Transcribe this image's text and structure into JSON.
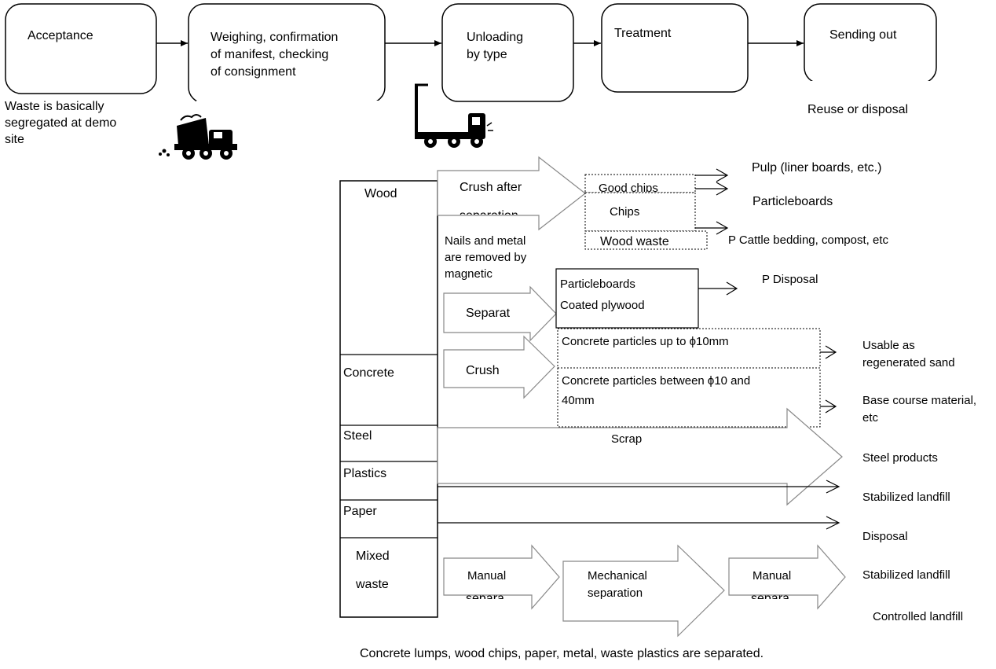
{
  "flow": {
    "acceptance": "Acceptance",
    "weighing_l1": "Weighing, confirmation",
    "weighing_l2": "of manifest, checking",
    "weighing_l3": "of consignment",
    "unloading_l1": "Unloading",
    "unloading_l2": "by type",
    "treatment": "Treatment",
    "sending_out": "Sending out"
  },
  "notes": {
    "waste_l1": "Waste is basically",
    "waste_l2": "segregated at demo",
    "waste_l3": "site",
    "reuse": "Reuse or disposal"
  },
  "icons": {
    "dump_truck": "dump-truck-icon",
    "forklift_truck": "forklift-truck-icon"
  },
  "categories": {
    "wood": "Wood",
    "concrete": "Concrete",
    "steel": "Steel",
    "plastics": "Plastics",
    "paper": "Paper",
    "mixed_l1": "Mixed",
    "mixed_l2": "waste"
  },
  "wood": {
    "crush_l1": "Crush after",
    "crush_l2": "separation",
    "good_chips": "Good chips",
    "chips": "Chips",
    "wood_waste": "Wood waste",
    "nails_l1": "Nails and metal",
    "nails_l2": "are removed by",
    "nails_l3": "magnetic",
    "separate": "Separat",
    "boards_l1": "Particleboards",
    "boards_l2": "Coated plywood"
  },
  "concrete": {
    "crush": "Crush",
    "small": "Concrete particles up to ϕ10mm",
    "large_l1": "Concrete particles between ϕ10 and",
    "large_l2": "40mm"
  },
  "steel": {
    "scrap": "Scrap"
  },
  "mixed": {
    "manual1": "Manual",
    "manual1_b": "separa",
    "mech_l1": "Mechanical",
    "mech_l2": "separation",
    "manual2": "Manual",
    "manual2_b": "separa"
  },
  "outputs": {
    "pulp": "Pulp (liner boards, etc.)",
    "particleboards": "Particleboards",
    "cattle": "P Cattle bedding, compost, etc",
    "disposal_p": "P Disposal",
    "regen_l1": "Usable as",
    "regen_l2": "regenerated sand",
    "base_l1": "Base course material,",
    "base_l2": "etc",
    "steel_products": "Steel products",
    "stabilized1": "Stabilized landfill",
    "disposal": "Disposal",
    "stabilized2": "Stabilized landfill",
    "controlled": "Controlled landfill"
  },
  "caption": "Concrete lumps, wood chips, paper, metal, waste plastics are separated."
}
